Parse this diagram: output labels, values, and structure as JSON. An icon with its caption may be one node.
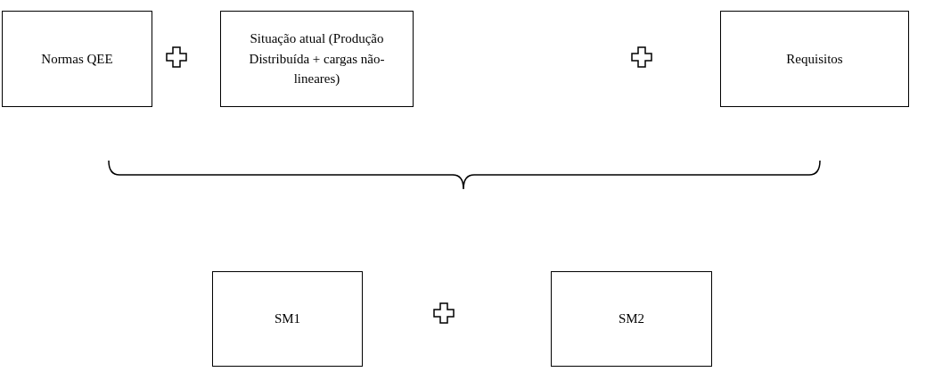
{
  "diagram": {
    "nodes": [
      {
        "text": [
          "Normas QEE"
        ]
      },
      {
        "text": [
          "Situação atual (Produção Distribuída + cargas não-lineares)"
        ]
      },
      {
        "text": [
          "Requisitos"
        ]
      },
      {
        "text": [
          "SM1"
        ]
      },
      {
        "text": [
          "SM2"
        ]
      }
    ]
  }
}
